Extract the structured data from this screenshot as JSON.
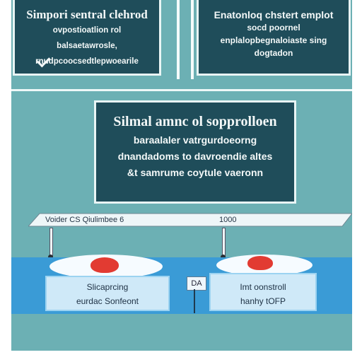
{
  "cards": {
    "left": {
      "title": "Simpori sentral clehrod",
      "lines": [
        "ovpostioatlion rol",
        "balsaetawrosle,",
        "rnudpcoocsedtlepwoearile"
      ]
    },
    "right": {
      "title": "Enatonloq chstert emplot",
      "lines": [
        "socd poornel",
        "enplalopbegnaloiaste sing",
        "dogtadon"
      ]
    },
    "middle": {
      "title": "Silmal amnc ol sopprolloen",
      "lines": [
        "baraalaler vatrgurdoeorng",
        "dnandadoms to davroendie altes",
        "&t samrume coytule vaeronn"
      ]
    }
  },
  "ruler": {
    "left_label": "Voider CS Qiulimbee 6",
    "right_label": "1000"
  },
  "bays": {
    "left": [
      "Slicaprcing",
      "eurdac Sonfeont"
    ],
    "right": [
      "Imt oonstroll",
      "hanhy tOFP"
    ],
    "tag": "DA"
  },
  "colors": {
    "panel": "#6cb0b4",
    "card": "#1f4d5a",
    "band": "#3a9bd6",
    "bay": "#cfe9f8",
    "blob": "#e23b32"
  }
}
